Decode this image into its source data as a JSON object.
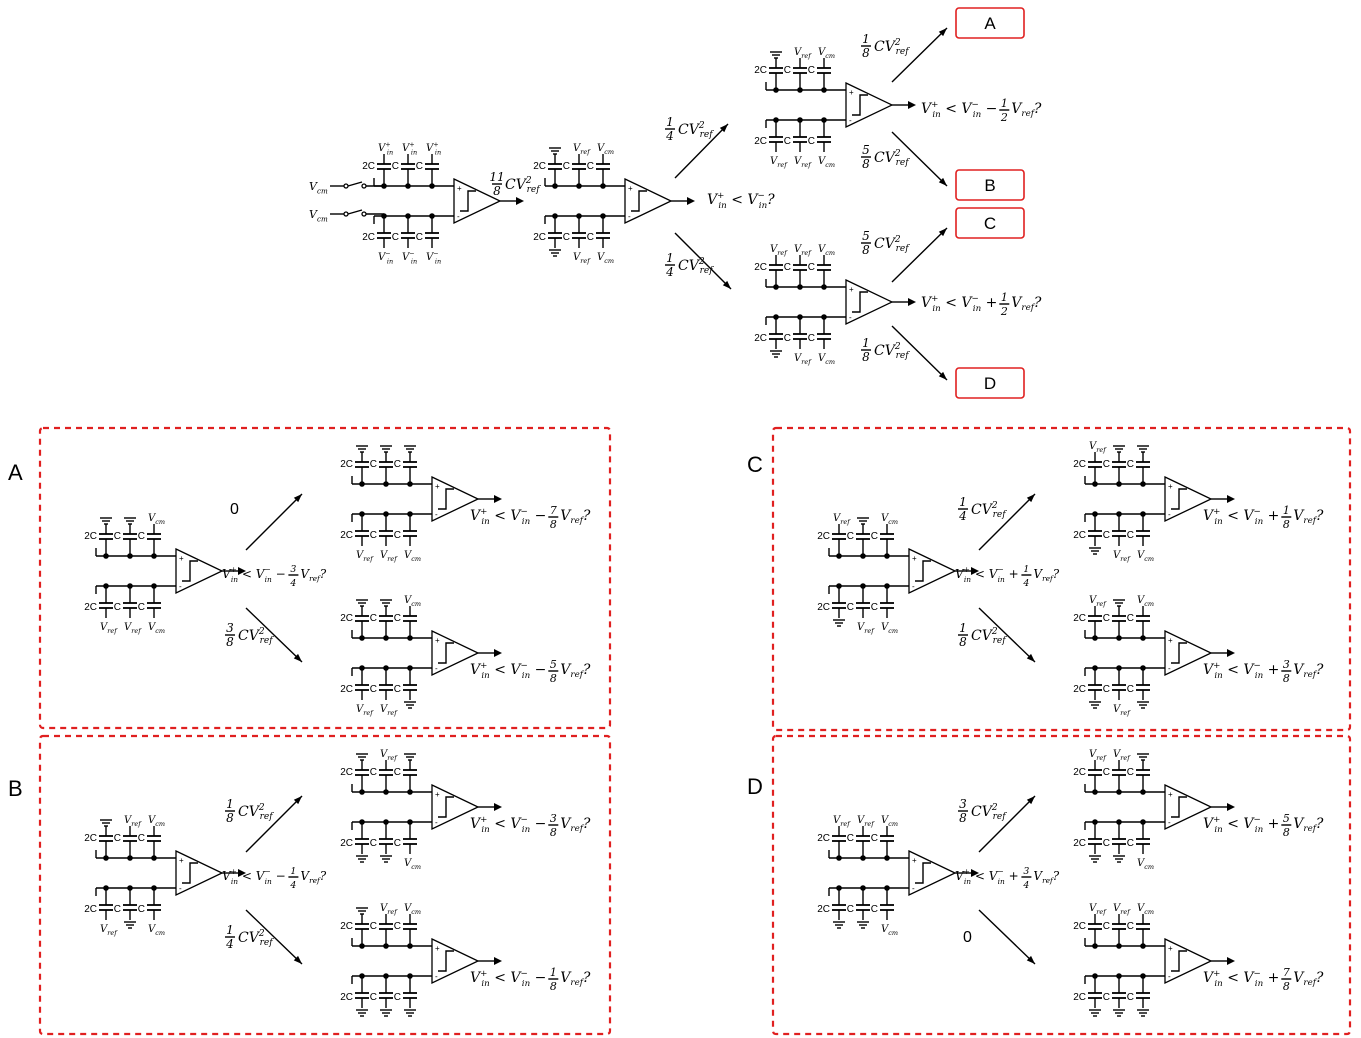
{
  "outcome_boxes": [
    {
      "id": "A",
      "label": "A"
    },
    {
      "id": "B",
      "label": "B"
    },
    {
      "id": "C",
      "label": "C"
    },
    {
      "id": "D",
      "label": "D"
    }
  ],
  "panel_labels": [
    "A",
    "B",
    "C",
    "D"
  ],
  "top": {
    "inputs": [
      "V_cm",
      "V_cm"
    ],
    "first_energy": "11/8 CV_ref^2",
    "first_compare": "V_in+ < V_in- ?",
    "branch_energy_up": "1/4 CV_ref^2",
    "branch_energy_down": "1/4 CV_ref^2",
    "upper_compare": "V_in+ < V_in- - 1/2 V_ref ?",
    "lower_compare": "V_in+ < V_in- + 1/2 V_ref ?",
    "to_A": "1/8 CV_ref^2",
    "to_B": "5/8 CV_ref^2",
    "to_C": "5/8 CV_ref^2",
    "to_D": "1/8 CV_ref^2"
  },
  "panels": {
    "A": {
      "compare": "V_in+ < V_in- - 3/4 V_ref ?",
      "e_up": "0",
      "e_down": "3/8 CV_ref^2",
      "up_compare": "V_in+ < V_in- - 7/8 V_ref ?",
      "down_compare": "V_in+ < V_in- - 5/8 V_ref ?"
    },
    "B": {
      "compare": "V_in+ < V_in- - 1/4 V_ref ?",
      "e_up": "1/8 CV_ref^2",
      "e_down": "1/4 CV_ref^2",
      "up_compare": "V_in+ < V_in- - 3/8 V_ref ?",
      "down_compare": "V_in+ < V_in- - 1/8 V_ref ?"
    },
    "C": {
      "compare": "V_in+ < V_in- + 1/4 V_ref ?",
      "e_up": "1/4 CV_ref^2",
      "e_down": "1/8 CV_ref^2",
      "up_compare": "V_in+ < V_in- + 1/8 V_ref ?",
      "down_compare": "V_in+ < V_in- + 3/8 V_ref ?"
    },
    "D": {
      "compare": "V_in+ < V_in- + 3/4 V_ref ?",
      "e_up": "3/8 CV_ref^2",
      "e_down": "0",
      "up_compare": "V_in+ < V_in- + 5/8 V_ref ?",
      "down_compare": "V_in+ < V_in- + 7/8 V_ref ?"
    }
  },
  "colors": {
    "accent": "#e02020",
    "ink": "#000000"
  }
}
